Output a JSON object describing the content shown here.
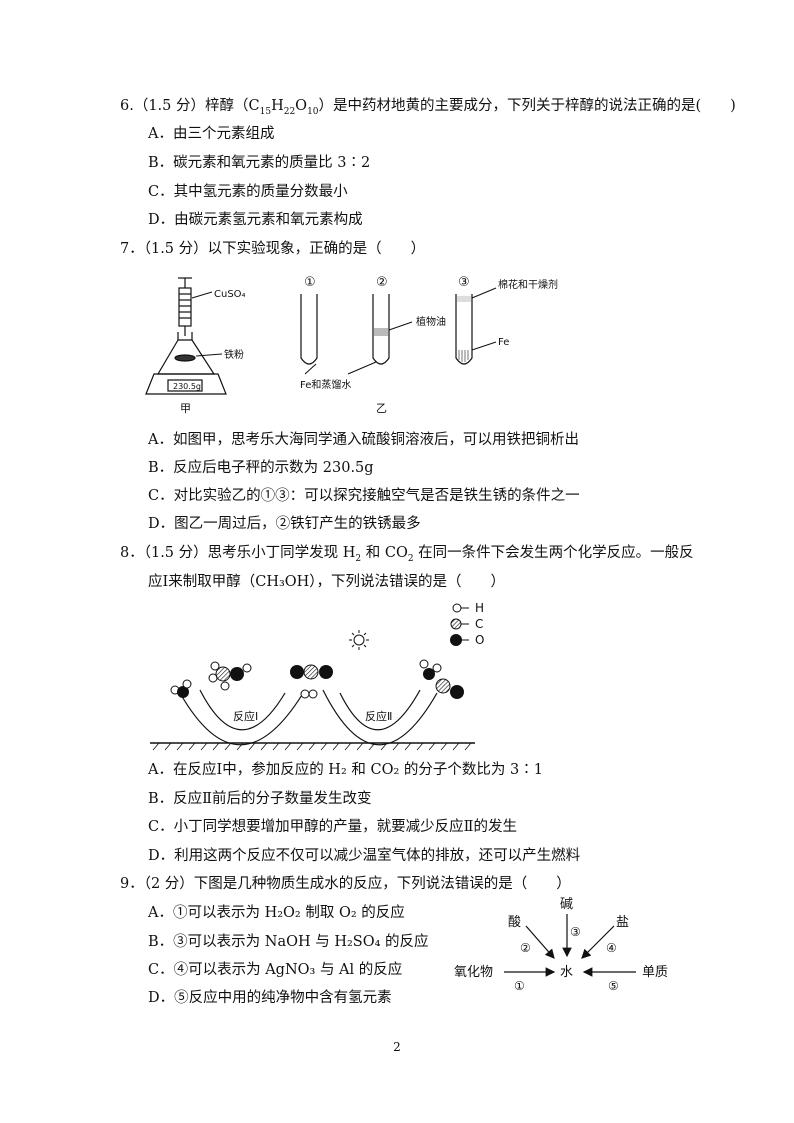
{
  "page_number": "2",
  "q6": {
    "stem_pre": "6.（1.5 分）梓醇（C",
    "sub1": "15",
    "mid1": "H",
    "sub2": "22",
    "mid2": "O",
    "sub3": "10",
    "stem_post": "）是中药材地黄的主要成分，下列关于梓醇的说法正确的是(　　)",
    "options": [
      "A．由三个元素组成",
      "B．碳元素和氧元素的质量比 3∶2",
      "C．其中氢元素的质量分数最小",
      "D．由碳元素氢元素和氧元素构成"
    ]
  },
  "q7": {
    "stem": "7．（1.5 分）以下实验现象，正确的是（　　）",
    "fig_jia": {
      "label_cuso4": "CuSO₄",
      "label_iron": "铁粉",
      "scale": "230.5g",
      "caption": "甲"
    },
    "fig_yi": {
      "tube1": "①",
      "tube2": "②",
      "tube3": "③",
      "label_cotton": "棉花和干燥剂",
      "label_oil": "植物油",
      "label_fe": "Fe",
      "label_water": "Fe和蒸馏水",
      "caption": "乙"
    },
    "options": [
      "A．如图甲，思考乐大海同学通入硫酸铜溶液后，可以用铁把铜析出",
      "B．反应后电子秤的示数为 230.5g",
      "C．对比实验乙的①③：可以探究接触空气是否是铁生锈的条件之一",
      "D．图乙一周过后，②铁钉产生的铁锈最多"
    ]
  },
  "q8": {
    "stem_l1_pre": "8．（1.5 分）思考乐小丁同学发现 H",
    "stem_l1_sub1": "2",
    "stem_l1_mid": " 和 CO",
    "stem_l1_sub2": "2",
    "stem_l1_post": " 在同一条件下会发生两个化学反应。一般反",
    "stem_l2": "应Ⅰ来制取甲醇（CH₃OH），下列说法错误的是（　　）",
    "legend": {
      "h": "H",
      "c": "C",
      "o": "O"
    },
    "reaction1": "反应Ⅰ",
    "reaction2": "反应Ⅱ",
    "options": [
      "A．在反应Ⅰ中，参加反应的 H₂ 和 CO₂ 的分子个数比为 3∶1",
      "B．反应Ⅱ前后的分子数量发生改变",
      "C．小丁同学想要增加甲醇的产量，就要减少反应Ⅱ的发生",
      "D．利用这两个反应不仅可以减少温室气体的排放，还可以产生燃料"
    ]
  },
  "q9": {
    "stem": "9．（2 分）下图是几种物质生成水的反应，下列说法错误的是（　　）",
    "options": [
      "A．①可以表示为 H₂O₂ 制取 O₂ 的反应",
      "B．③可以表示为 NaOH 与 H₂SO₄ 的反应",
      "C．④可以表示为 AgNO₃ 与 Al 的反应",
      "D．⑤反应中用的纯净物中含有氢元素"
    ],
    "diagram": {
      "acid": "酸",
      "base": "碱",
      "salt": "盐",
      "oxide": "氧化物",
      "water": "水",
      "element": "单质",
      "n1": "①",
      "n2": "②",
      "n3": "③",
      "n4": "④",
      "n5": "⑤"
    }
  }
}
